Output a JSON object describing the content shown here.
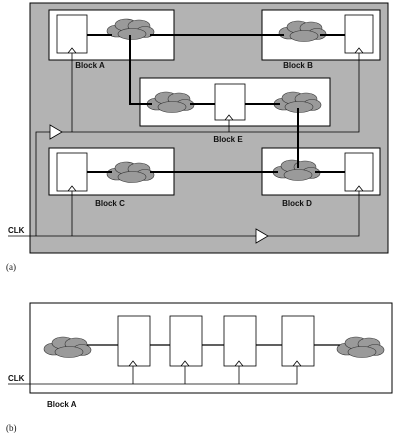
{
  "figure_a": {
    "caption": "(a)",
    "clock_label": "CLK",
    "blocks": {
      "a": "Block A",
      "b": "Block B",
      "c": "Block C",
      "d": "Block D",
      "e": "Block E"
    }
  },
  "figure_b": {
    "caption": "(b)",
    "clock_label": "CLK",
    "block_label": "Block A"
  },
  "colors": {
    "chip_background": "#b3b3b3",
    "block_fill": "#ffffff",
    "cloud_fill": "#9a9a9a",
    "wire": "#000000"
  }
}
